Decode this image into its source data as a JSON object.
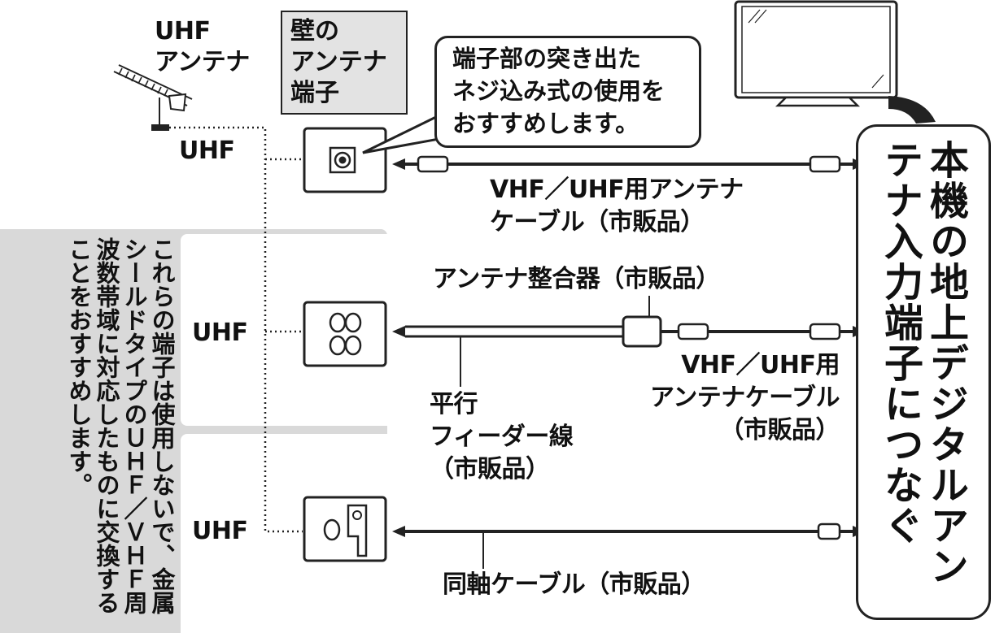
{
  "antenna": {
    "label": "UHF\nアンテナ",
    "output_label": "UHF"
  },
  "wall_terminal": {
    "label": "壁の\nアンテナ\n端子"
  },
  "callout": {
    "text": "端子部の突き出た\nネジ込み式の使用を\nおすすめします。"
  },
  "cables": {
    "top_cable": "VHF／UHF用アンテナ\nケーブル（市販品）",
    "matcher": "アンテナ整合器（市販品）",
    "feeder": "平行\nフィーダー線\n（市販品）",
    "middle_cable": "VHF／UHF用\nアンテナケーブル\n（市販品）",
    "coax": "同軸ケーブル（市販品）"
  },
  "row_labels": {
    "middle": "UHF",
    "bottom": "UHF"
  },
  "notice": {
    "text": "これらの端子は使用しないで、金属シールドタイプのＵＨＦ／ＶＨＦ周波数帯域に対応したものに交換することをおすすめします。"
  },
  "tv": {
    "text": "本機の地上デジタルアンテナ入力端子につなぐ"
  },
  "colors": {
    "panel_gray": "#d9d9d9",
    "label_gray": "#e3e3e3",
    "line": "#222222"
  }
}
